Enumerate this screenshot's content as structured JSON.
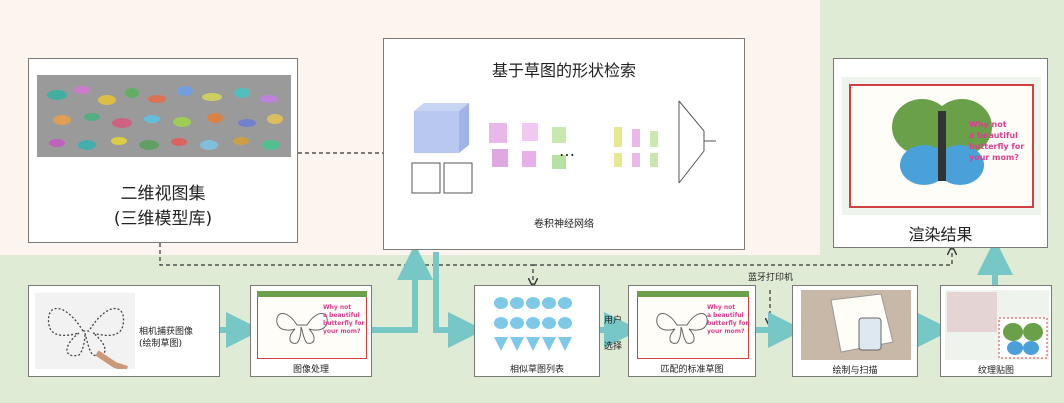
{
  "panels": {
    "multiview": {
      "line1": "二维视图集",
      "line2": "(三维模型库)"
    },
    "sketch_retrieval": {
      "title": "基于草图的形状检索",
      "cnn_caption": "卷积神经网络",
      "ellipsis": "…"
    },
    "render_result": {
      "title": "渲染结果"
    }
  },
  "pipeline": {
    "camera": {
      "label_line1": "相机捕获图像",
      "label_line2": "(绘制草图)"
    },
    "image_processing": {
      "caption": "图像处理"
    },
    "similar_list": {
      "caption": "相似草图列表"
    },
    "user_select": {
      "line1": "用户",
      "line2": "选择"
    },
    "matched": {
      "caption": "匹配的标准草图"
    },
    "bluetooth": {
      "label": "蓝牙打印机"
    },
    "draw_scan": {
      "caption": "绘制与扫描"
    },
    "texture": {
      "caption": "纹理贴图"
    }
  },
  "card_text": {
    "lines": [
      "Why not",
      "a beautiful",
      "butterfly for",
      "your mom?"
    ]
  },
  "colors": {
    "arrow": "#76c7c6",
    "green_bg": "#dfebd5",
    "beige_bg": "#fbf4ef"
  }
}
